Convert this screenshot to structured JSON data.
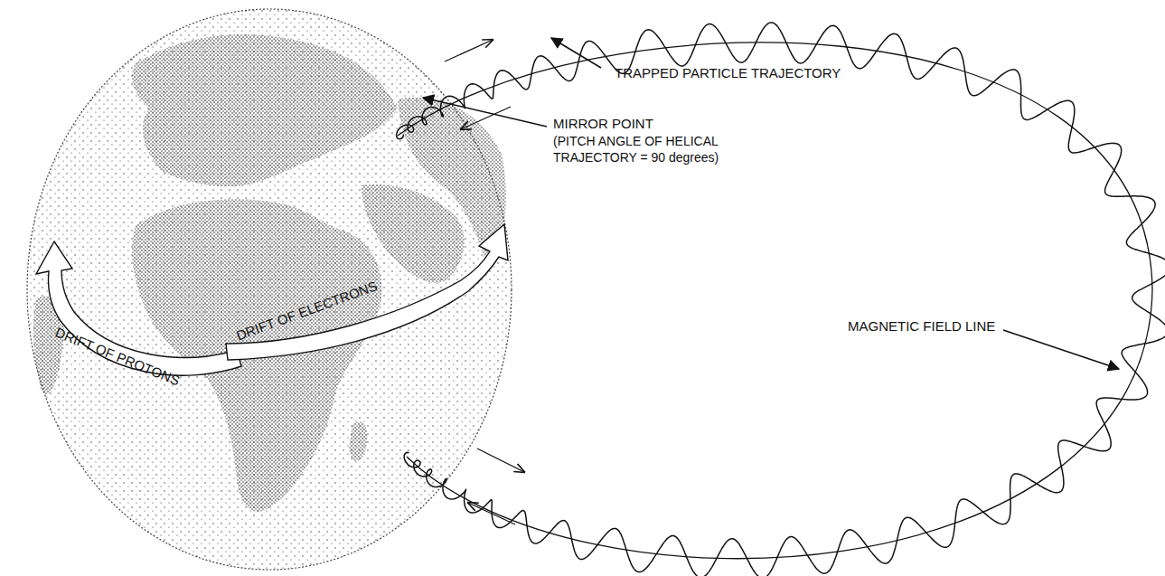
{
  "diagram": {
    "nodes": [
      {
        "text": [
          "DRIFT OF PROTONS"
        ]
      },
      {
        "text": [
          "DRIFT OF ELECTRONS"
        ]
      }
    ],
    "labels": [
      "TRAPPED PARTICLE TRAJECTORY",
      "MIRROR POINT",
      "(PITCH ANGLE OF HELICAL TRAJECTORY = 90 degrees)",
      "MAGNETIC FIELD LINE"
    ]
  }
}
